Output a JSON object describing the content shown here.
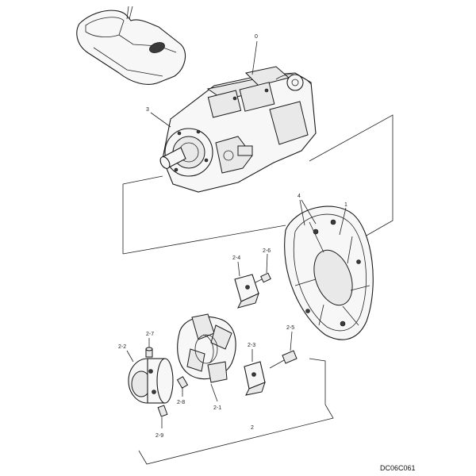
{
  "callouts": {
    "c0": "0",
    "c3": "3",
    "c4": "4",
    "c1": "1",
    "c2_4": "2-4",
    "c2_6": "2-6",
    "c2_7": "2-7",
    "c2_2": "2-2",
    "c2_5": "2-5",
    "c2_3": "2-3",
    "c2_8": "2-8",
    "c2_1": "2-1",
    "c2_9": "2-9",
    "c2": "2"
  },
  "drawing_code": "DC06C061"
}
